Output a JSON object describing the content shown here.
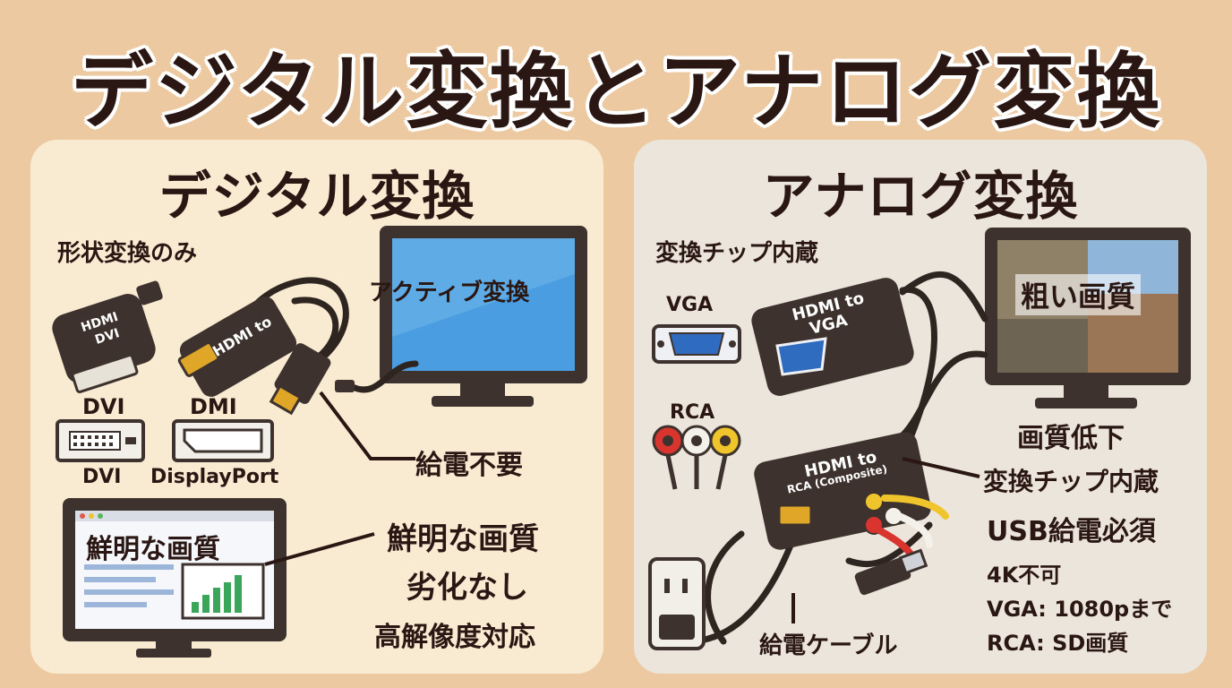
{
  "title": "デジタル変換とアナログ変換",
  "left": {
    "heading": "デジタル変換",
    "shape_only": "形状変換のみ",
    "adapter_label_1": "HDMI",
    "adapter_label_2": "DVI",
    "hdmi_to": "HDMI to",
    "active": "アクティブ変換",
    "dvi_top": "DVI",
    "dmi_top": "DMI",
    "dvi_bottom": "DVI",
    "displayport": "DisplayPort",
    "no_power": "給電不要",
    "screen_text": "鮮明な画質",
    "benefit_1": "鮮明な画質",
    "benefit_2": "劣化なし",
    "benefit_3": "高解像度対応"
  },
  "right": {
    "heading": "アナログ変換",
    "chip_top": "変換チップ内蔵",
    "vga": "VGA",
    "rca": "RCA",
    "box1_l1": "HDMI to",
    "box1_l2": "VGA",
    "box2_l1": "HDMI to",
    "box2_l2": "RCA (Composite)",
    "rough": "粗い画質",
    "degrade": "画質低下",
    "chip_side": "変換チップ内蔵",
    "usb_power": "USB給電必須",
    "no4k": "4K不可",
    "vga_limit": "VGA: 1080pまで",
    "rca_limit": "RCA: SD画質",
    "power_cable": "給電ケーブル"
  },
  "colors": {
    "background": "#ecc9a0",
    "left_panel": "#f8ebd2",
    "right_panel": "#ece5dc",
    "device": "#3d322d",
    "gold": "#e0a628",
    "screen_blue": "#3f8fd6",
    "rca_red": "#d9352e",
    "rca_white": "#f4f1ea",
    "rca_yellow": "#f0c52c"
  }
}
